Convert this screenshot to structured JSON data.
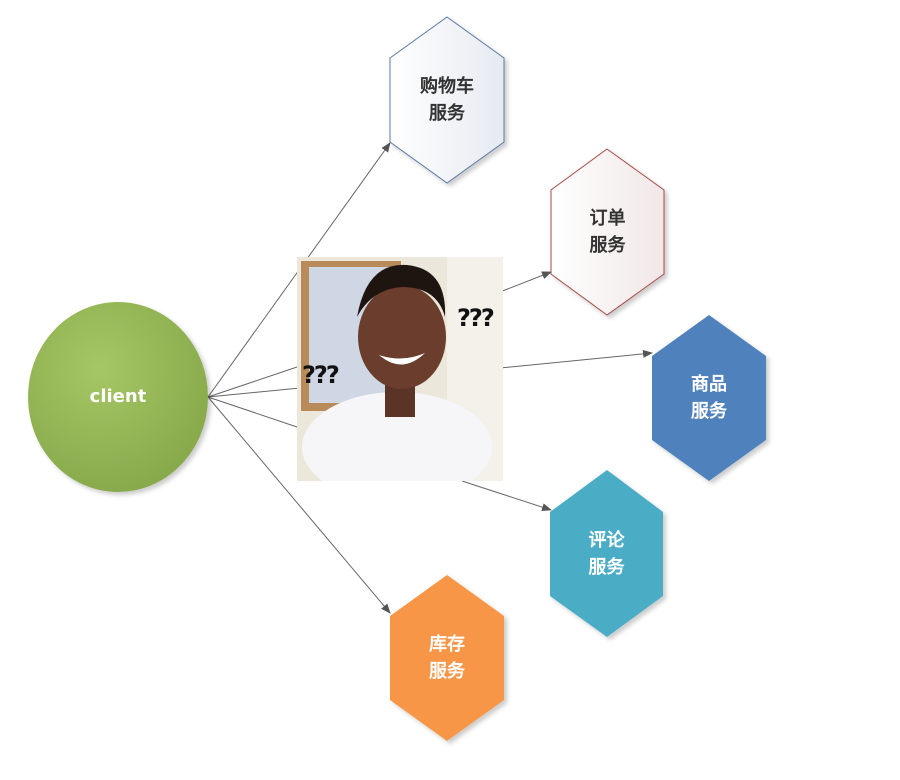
{
  "client": {
    "label": "client",
    "color": "#9bbb59"
  },
  "services": [
    {
      "line1": "购物车",
      "line2": "服务",
      "fill": "#f0f3f8",
      "stroke": "#5b78a8"
    },
    {
      "line1": "订单",
      "line2": "服务",
      "fill": "#f8f0f0",
      "stroke": "#a84a4a"
    },
    {
      "line1": "商品",
      "line2": "服务",
      "fill": "#4f81bd",
      "stroke": "#4f81bd"
    },
    {
      "line1": "评论",
      "line2": "服务",
      "fill": "#4bacc6",
      "stroke": "#4bacc6"
    },
    {
      "line1": "库存",
      "line2": "服务",
      "fill": "#f79646",
      "stroke": "#f79646"
    }
  ],
  "meme": {
    "left_text": "???",
    "right_text": "???"
  }
}
